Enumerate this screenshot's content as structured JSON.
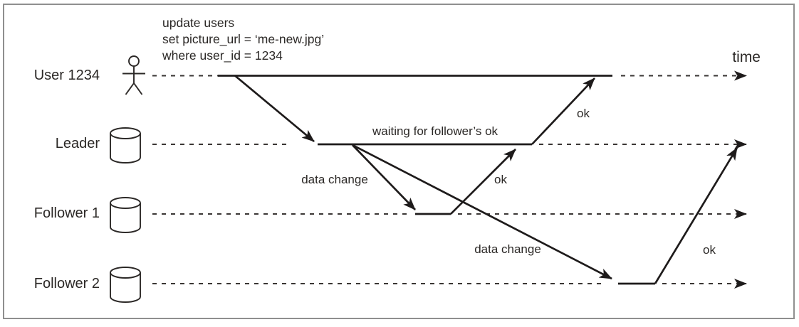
{
  "query": {
    "lines": [
      "update users",
      "set picture_url = ‘me-new.jpg’",
      "where user_id = 1234"
    ]
  },
  "axis": {
    "time_label": "time"
  },
  "rows": [
    {
      "label": "User 1234",
      "icon": "person-icon"
    },
    {
      "label": "Leader",
      "icon": "database-icon"
    },
    {
      "label": "Follower 1",
      "icon": "database-icon"
    },
    {
      "label": "Follower 2",
      "icon": "database-icon"
    }
  ],
  "annotations": {
    "waiting": "waiting for follower’s ok",
    "data_change_leader_f1": "data change",
    "data_change_leader_f2": "data change",
    "ok_f1_to_leader": "ok",
    "ok_leader_to_user": "ok",
    "ok_f2_to_leader": "ok"
  },
  "colors": {
    "line": "#1e1b1b",
    "dashed_line": "#3a3634",
    "text": "#2b2826",
    "border": "#8f8f8f",
    "background": "#ffffff"
  }
}
